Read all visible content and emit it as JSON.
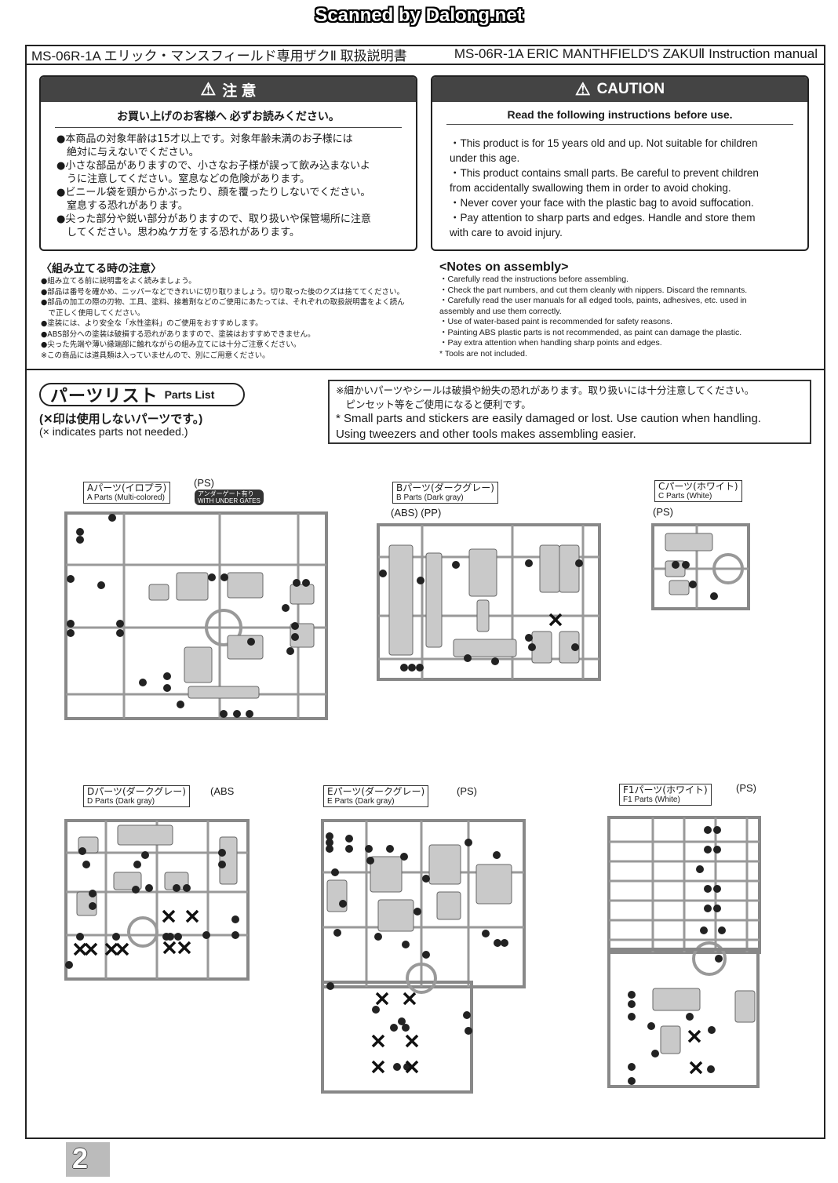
{
  "scan_watermark": "Scanned by Dalong.net",
  "header": {
    "left": "MS-06R-1A エリック・マンスフィールド専用ザクⅡ 取扱説明書",
    "right": "MS-06R-1A ERIC MANTHFIELD'S ZAKUⅡ  Instruction manual"
  },
  "caution_jp": {
    "title": "注 意",
    "subtitle": "お買い上げのお客様へ 必ずお読みください。",
    "lines": [
      "●本商品の対象年齢は15才以上です。対象年齢未満のお子様には",
      "　絶対に与えないでください。",
      "●小さな部品がありますので、小さなお子様が誤って飲み込まないよ",
      "　うに注意してください。窒息などの危険があります。",
      "●ビニール袋を頭からかぶったり、顔を覆ったりしないでください。",
      "　窒息する恐れがあります。",
      "●尖った部分や鋭い部分がありますので、取り扱いや保管場所に注意",
      "　してください。思わぬケガをする恐れがあります。"
    ]
  },
  "caution_en": {
    "title": "CAUTION",
    "subtitle": "Read the following instructions before use.",
    "lines": [
      "・This product is for 15 years old and up. Not suitable for children",
      "  under this age.",
      "・This product contains small parts. Be careful to prevent children",
      "  from accidentally swallowing them in order to avoid choking.",
      "・Never cover your face with the plastic bag to avoid suffocation.",
      "・Pay attention to sharp parts and edges. Handle and store them",
      "  with care to avoid injury."
    ]
  },
  "notes_jp": {
    "title": "〈組み立てる時の注意〉",
    "lines": [
      "●組み立てる前に説明書をよく読みましょう。",
      "●部品は番号を確かめ、ニッパーなどできれいに切り取りましょう。切り取った後のクズは捨ててください。",
      "●部品の加工の際の刃物、工具、塗料、接着剤などのご使用にあたっては、それぞれの取扱説明書をよく読ん",
      "　で正しく使用してください。",
      "●塗装には、より安全な「水性塗料」のご使用をおすすめします。",
      "●ABS部分への塗装は破損する恐れがありますので、塗装はおすすめできません。",
      "●尖った先端や薄い縁端部に触れながらの組み立てには十分ご注意ください。",
      "※この商品には道具類は入っていませんので、別にご用意ください。"
    ]
  },
  "notes_en": {
    "title": "<Notes on assembly>",
    "lines": [
      "・Carefully read the instructions before assembling.",
      "・Check the part numbers, and cut them cleanly with nippers.  Discard the remnants.",
      "・Carefully read the user manuals for all edged tools, paints, adhesives, etc. used in",
      "  assembly and use them correctly.",
      "・Use of water-based paint is recommended for safety reasons.",
      "・Painting ABS plastic parts is not recommended, as paint can damage the plastic.",
      "・Pay extra attention when handling sharp points and edges.",
      "* Tools are not included."
    ]
  },
  "parts_list": {
    "title_jp": "パーツリスト",
    "title_en": "Parts List",
    "note_jp": "(✕印は使用しないパーツです。)",
    "note_en": "(× indicates parts not needed.)",
    "box_jp_1": "※細かいパーツやシールは破損や紛失の恐れがあります。取り扱いには十分注意してください。",
    "box_jp_2": "　ピンセット等をご使用になると便利です。",
    "box_en_1": "* Small parts and stickers are easily damaged or lost. Use caution when handling.",
    "box_en_2": "  Using tweezers and other tools makes assembling easier."
  },
  "runners": [
    {
      "id": "A",
      "jp": "Aパーツ(イロプラ)",
      "en": "A Parts (Multi-colored)",
      "material": "(PS)",
      "badge_1": "アンダーゲート有り",
      "badge_2": "WITH UNDER GATES"
    },
    {
      "id": "B",
      "jp": "Bパーツ(ダークグレー)",
      "en": "B Parts (Dark gray)",
      "material": "(ABS) (PP)"
    },
    {
      "id": "C",
      "jp": "Cパーツ(ホワイト)",
      "en": "C Parts (White)",
      "material": "(PS)"
    },
    {
      "id": "D",
      "jp": "Dパーツ(ダークグレー)",
      "en": "D Parts (Dark gray)",
      "material": "(ABS"
    },
    {
      "id": "E",
      "jp": "Eパーツ(ダークグレー)",
      "en": "E Parts (Dark gray)",
      "material": "(PS)"
    },
    {
      "id": "F1",
      "jp": "F1パーツ(ホワイト)",
      "en": "F1 Parts (White)",
      "material": "(PS)"
    }
  ],
  "page_number": "2"
}
